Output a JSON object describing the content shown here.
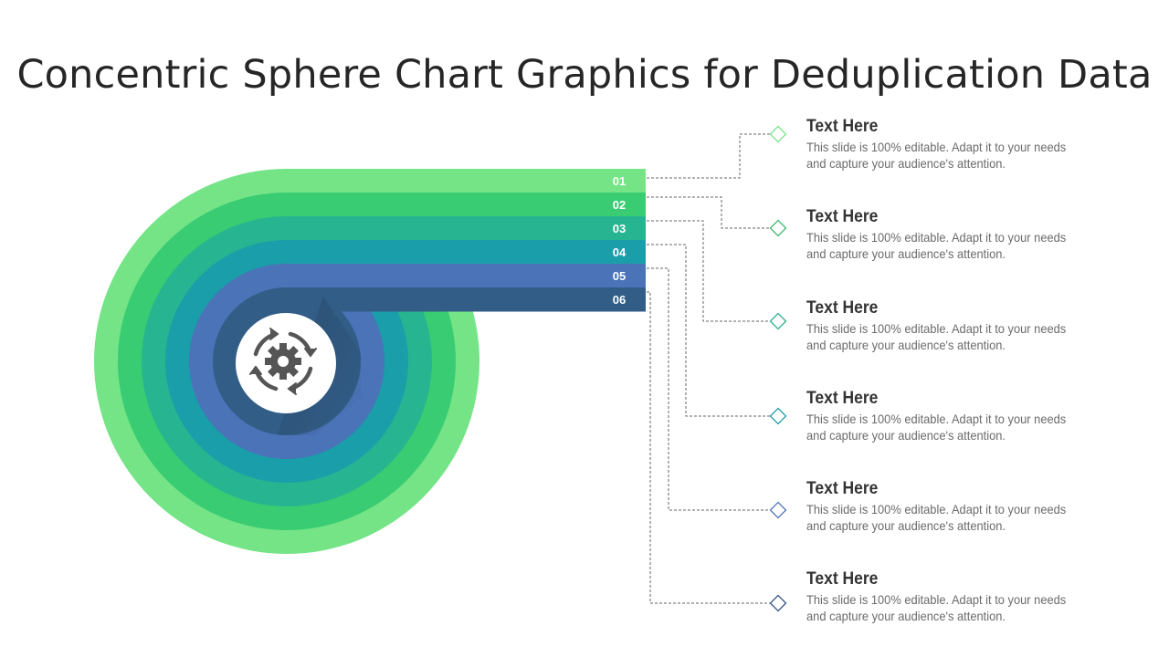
{
  "slide": {
    "title": "Concentric Sphere Chart Graphics for Deduplication Data"
  },
  "diagram": {
    "center_icon": "gear-refresh-cycle-icon",
    "icon_color": "#555555",
    "layers": [
      {
        "number": "01",
        "color": "#74E486",
        "marker_color": "#74E486"
      },
      {
        "number": "02",
        "color": "#39CC72",
        "marker_color": "#39B86A"
      },
      {
        "number": "03",
        "color": "#26B590",
        "marker_color": "#26B08E"
      },
      {
        "number": "04",
        "color": "#1A9EAA",
        "marker_color": "#1A9BA8"
      },
      {
        "number": "05",
        "color": "#4A73B8",
        "marker_color": "#4A73B8"
      },
      {
        "number": "06",
        "color": "#325D87",
        "marker_color": "#2F4F86"
      }
    ]
  },
  "items": [
    {
      "heading": "Text Here",
      "text": "This slide is 100% editable. Adapt it to your needs and capture your audience's attention."
    },
    {
      "heading": "Text Here",
      "text": "This slide is 100% editable. Adapt it to your needs and capture your audience's attention."
    },
    {
      "heading": "Text Here",
      "text": "This slide is 100% editable. Adapt it to your needs and capture your audience's attention."
    },
    {
      "heading": "Text Here",
      "text": "This slide is 100% editable. Adapt it to your needs and capture your audience's attention."
    },
    {
      "heading": "Text Here",
      "text": "This slide is 100% editable. Adapt it to your needs and capture your audience's attention."
    },
    {
      "heading": "Text Here",
      "text": "This slide is 100% editable. Adapt it to your needs and capture your audience's attention."
    }
  ]
}
